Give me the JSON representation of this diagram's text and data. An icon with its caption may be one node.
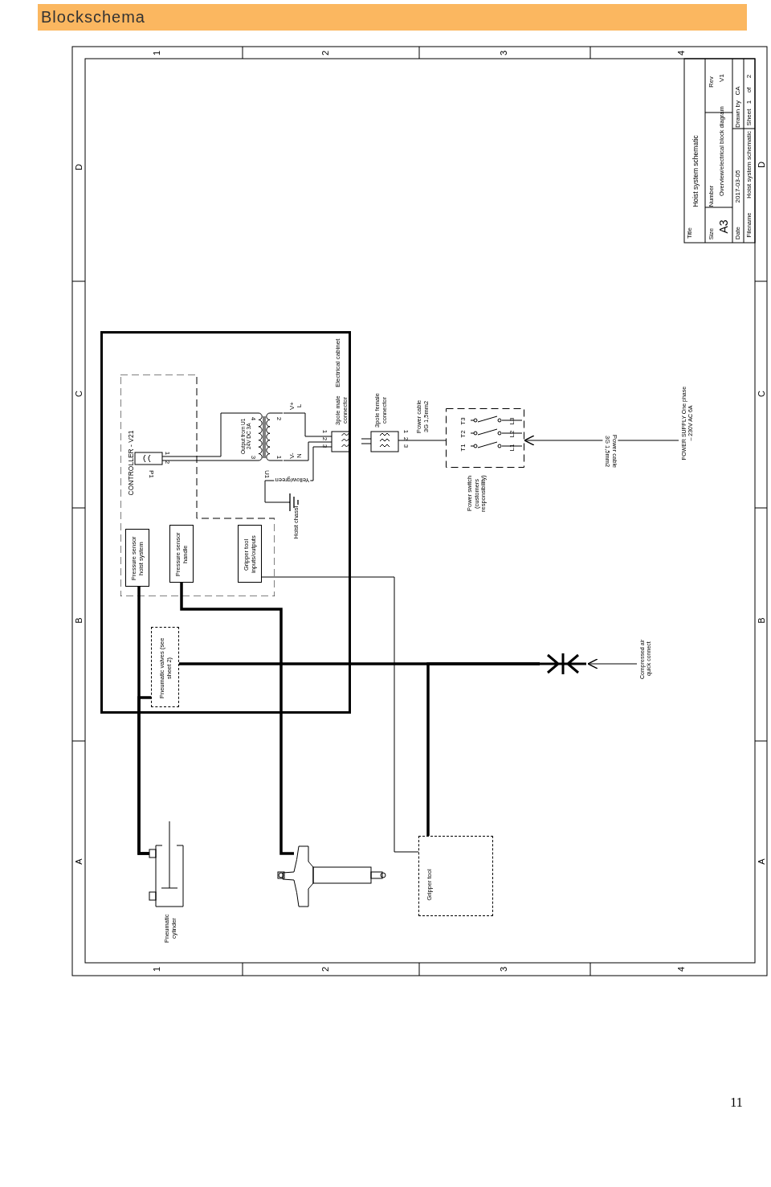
{
  "diagram": {
    "title": "Blockschema",
    "nodes": [
      {
        "text": [
          "Electrical cabinet"
        ]
      },
      {
        "text": [
          "CONTROLLER - V21"
        ],
        "in": 0
      },
      {
        "text": [
          "P1"
        ],
        "in": 1
      },
      {
        "text": [
          "Pressure sensor hoist system"
        ],
        "in": 1
      },
      {
        "text": [
          "Pressure sensor handle"
        ],
        "in": 1
      },
      {
        "text": [
          "Gripper tool inputs/outputs"
        ],
        "in": 1
      },
      {
        "text": [
          "Output from U1 24V DC 3A"
        ],
        "beside": [
          "U1"
        ],
        "in": 0
      },
      {
        "text": [
          "3pole male connector"
        ],
        "in": 0
      },
      {
        "text": [
          "3pole female connector"
        ]
      },
      {
        "text": [
          "Pneumatic valves (see sheet 2)"
        ],
        "in": 0
      },
      {
        "text": [
          "Hoist chassi"
        ],
        "in": 0
      },
      {
        "text": [
          "Power switch (customers responsibility)"
        ]
      },
      {
        "text": [
          "POWER SUPPLY One phase – 230V AC 6A"
        ]
      },
      {
        "text": [],
        "shape": "picture"
      },
      {
        "text": [
          "Compressed air quick connect"
        ]
      },
      {
        "text": [
          "Pneumatic cylinder"
        ]
      },
      {
        "text": [],
        "shape": "picture"
      },
      {
        "text": [
          "Gripper tool"
        ]
      }
    ],
    "edges": [
      {
        "from": 2,
        "to": 6,
        "arrow": "none"
      },
      {
        "from": 6,
        "to": 7,
        "arrow": "none"
      },
      {
        "from": 7,
        "to": 10,
        "arrow": "none",
        "label": "Yellow/green"
      },
      {
        "from": 7,
        "to": 8,
        "arrow": "none"
      },
      {
        "from": 8,
        "to": 11,
        "arrow": "none",
        "label": "Power cable 3G 1,5mm2"
      },
      {
        "from": 12,
        "to": 11,
        "arrow": "to",
        "label": "Power cable 3G 1,5mm2"
      },
      {
        "from": 3,
        "to": 15,
        "arrow": "none",
        "style": "thick"
      },
      {
        "from": 9,
        "to": 15,
        "arrow": "none",
        "style": "thick"
      },
      {
        "from": 4,
        "to": 16,
        "arrow": "none",
        "style": "thick"
      },
      {
        "from": 5,
        "to": 17,
        "arrow": "none"
      },
      {
        "from": 13,
        "to": 9,
        "arrow": "none",
        "style": "thick"
      },
      {
        "from": 13,
        "to": 17,
        "arrow": "none",
        "style": "thick"
      },
      {
        "from": 14,
        "to": 13,
        "arrow": "to"
      }
    ],
    "labels": [
      "1",
      "2",
      "3",
      "4",
      "D",
      "C",
      "B",
      "A",
      "Title",
      "Hoist system schematic",
      "Size",
      "A3",
      "Number",
      "Overview/electrical block diagram",
      "Rev",
      "V1",
      "Date",
      "2017-03-05",
      "Drawn by",
      "CA",
      "Filename",
      "Hoist system schematic",
      "Sheet",
      "1",
      "of",
      "2",
      "D",
      "C",
      "B",
      "A",
      "1",
      "2",
      "4",
      "3",
      "2",
      "1",
      "V+",
      "L",
      "V-",
      "N",
      "1",
      "2",
      "3",
      "1",
      "2",
      "3",
      "T1",
      "T2",
      "T3",
      "L1",
      "L2",
      "L3",
      "1",
      "2",
      "3",
      "4",
      "11"
    ]
  }
}
